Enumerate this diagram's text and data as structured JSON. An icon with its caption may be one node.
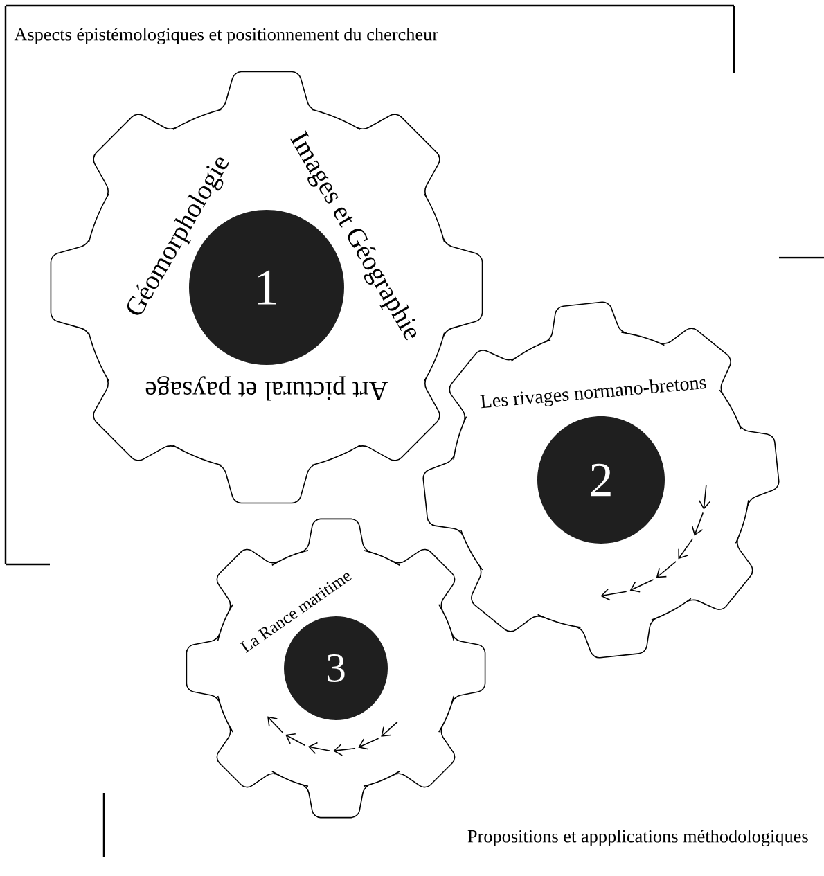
{
  "diagram": {
    "nodes": [
      {
        "text": [
          "Géomorphologie",
          "Images et Géographie",
          "Art pictural et paysage"
        ]
      },
      {
        "text": [
          "1"
        ],
        "in": 0
      },
      {
        "text": [
          "Les rivages normano-bretons"
        ]
      },
      {
        "text": [
          "2"
        ],
        "in": 2
      },
      {
        "text": [
          "La Rance maritime"
        ]
      },
      {
        "text": [
          "3"
        ],
        "in": 4
      }
    ],
    "edges": [],
    "labels": [
      "Aspects épistémologiques et positionnement du chercheur",
      "Propositions et appplications méthodologiques"
    ]
  }
}
